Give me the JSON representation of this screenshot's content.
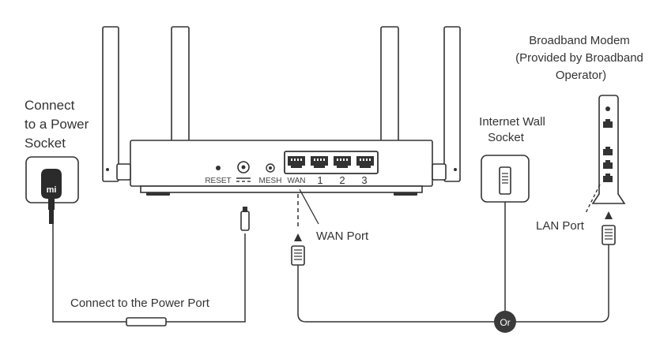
{
  "labels": {
    "power_socket": [
      "Connect",
      "to a Power",
      "Socket"
    ],
    "modem": [
      "Broadband Modem",
      "(Provided by Broadband",
      "Operator)"
    ],
    "wall_socket": [
      "Internet Wall",
      "Socket"
    ],
    "wan_port": "WAN Port",
    "lan_port": "LAN Port",
    "power_port": "Connect to the Power Port",
    "or": "Or",
    "adapter_logo": "mi"
  },
  "router_ports": {
    "reset": "RESET",
    "mesh": "MESH",
    "wan": "WAN",
    "lan": [
      "1",
      "2",
      "3"
    ]
  },
  "colors": {
    "line": "#333333",
    "or_badge": "#3a3a3a",
    "adapter": "#2b2b2b"
  }
}
